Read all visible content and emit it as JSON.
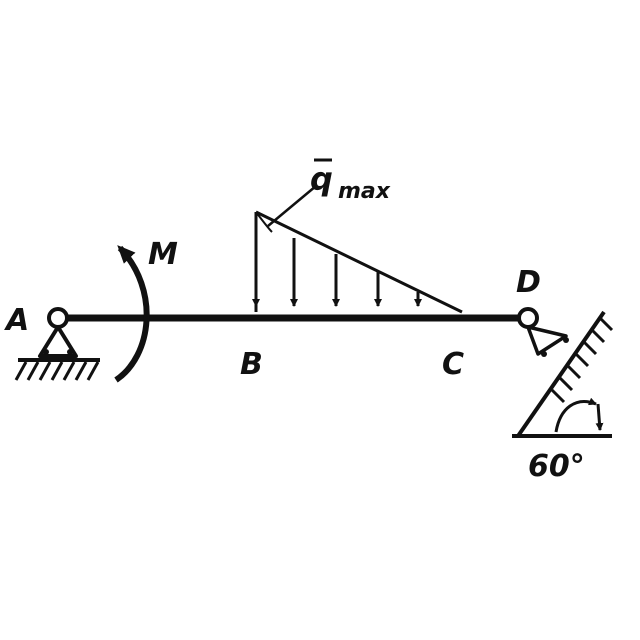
{
  "diagram": {
    "labels": {
      "point_a": "A",
      "point_b": "B",
      "point_c": "C",
      "point_d": "D",
      "moment": "M",
      "load_symbol": "q",
      "load_subscript": "max",
      "angle": "60°"
    },
    "colors": {
      "ink": "#111111",
      "background": "#ffffff"
    }
  }
}
